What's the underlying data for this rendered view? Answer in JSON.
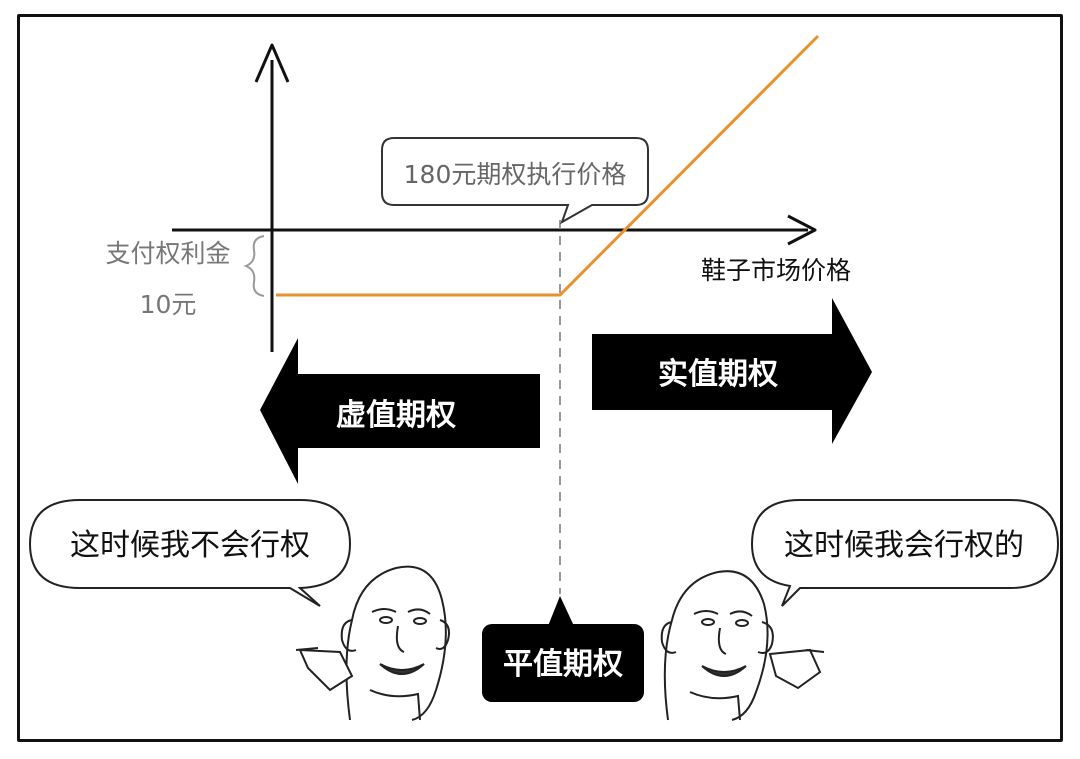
{
  "axes": {
    "x_label": "鞋子市场价格"
  },
  "strike_callout": "180元期权执行价格",
  "premium": {
    "label": "支付权利金",
    "value": "10元"
  },
  "zones": {
    "out_of_money": "虚值期权",
    "in_the_money": "实值期权",
    "at_the_money": "平值期权"
  },
  "speech": {
    "left": "这时候我不会行权",
    "right": "这时候我会行权的"
  },
  "colors": {
    "payoff_line": "#e8922e",
    "axis": "#111111",
    "arrow_fill": "#000000",
    "muted_text": "#777777",
    "dashed_line": "#999999"
  }
}
